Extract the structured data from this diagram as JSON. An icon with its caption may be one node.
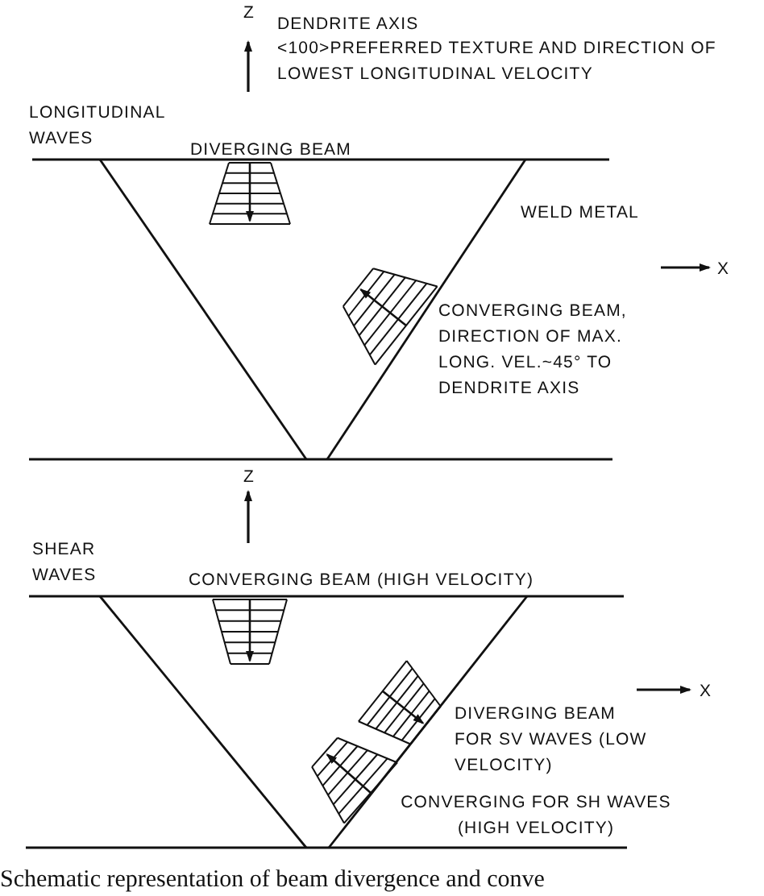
{
  "diagram": {
    "caption": "Schematic representation of beam divergence and conve",
    "labels": [
      "Z",
      "DENDRITE AXIS",
      "<100>PREFERRED TEXTURE AND DIRECTION OF LOWEST LONGITUDINAL VELOCITY",
      "LONGITUDINAL WAVES",
      "DIVERGING BEAM",
      "WELD METAL",
      "X",
      "CONVERGING BEAM, DIRECTION OF MAX. LONG. VEL.~45° TO DENDRITE AXIS",
      "Z",
      "SHEAR WAVES",
      "CONVERGING BEAM (HIGH VELOCITY)",
      "X",
      "DIVERGING BEAM FOR SV WAVES (LOW VELOCITY)",
      "CONVERGING FOR SH WAVES (HIGH VELOCITY)"
    ]
  }
}
